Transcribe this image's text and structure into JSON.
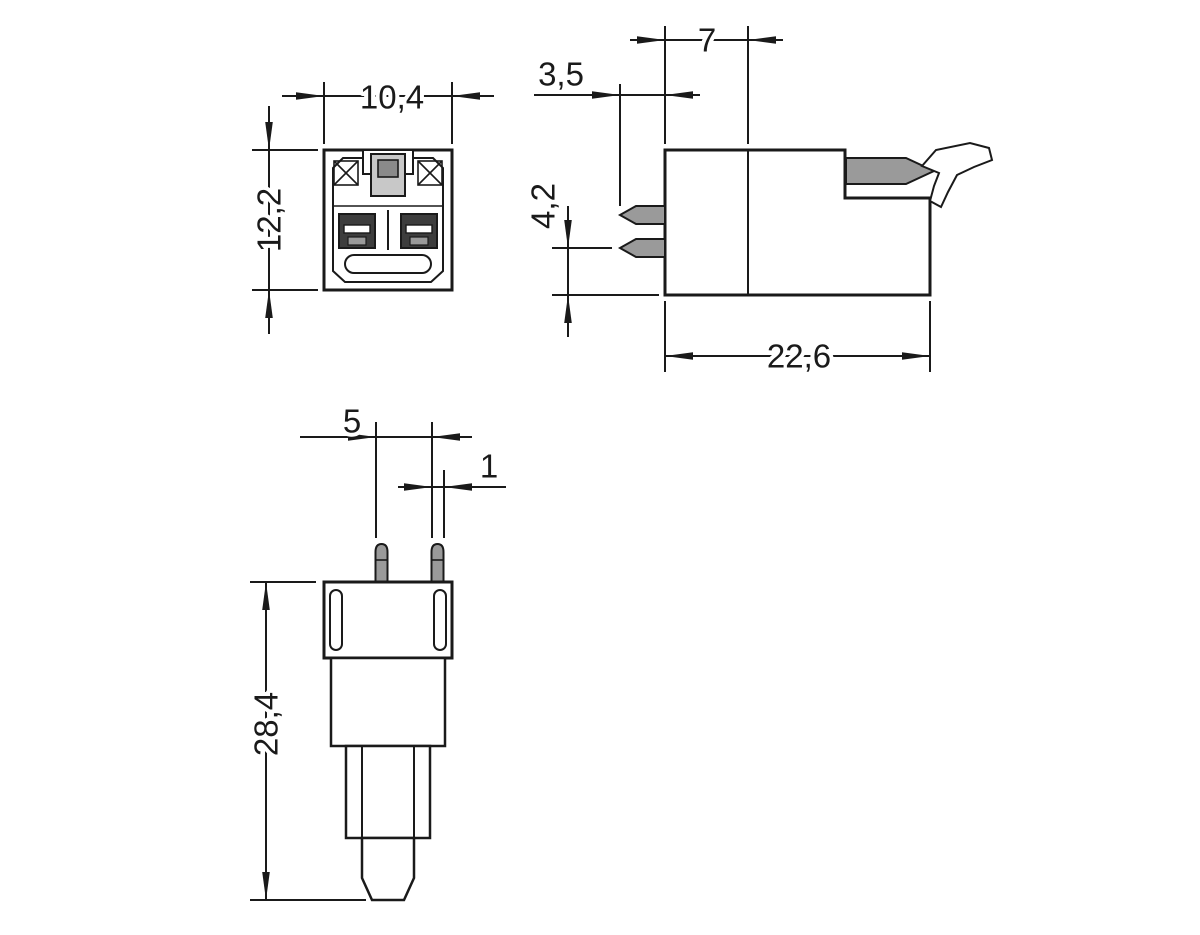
{
  "drawing": {
    "kind": "connector-dimension-drawing",
    "colors": {
      "line": "#1a1a1a",
      "background": "#ffffff",
      "metal_gray": "#9a9a9a",
      "contact_dark": "#3d3d3d"
    },
    "views": {
      "front": {
        "width": "10,4",
        "height": "12,2"
      },
      "side": {
        "pin_length": "3,5",
        "collar_depth": "7",
        "pin_offset": "4,2",
        "overall_depth": "22,6"
      },
      "top": {
        "pin_pitch": "5",
        "pin_width": "1",
        "overall_length": "28,4"
      }
    }
  }
}
